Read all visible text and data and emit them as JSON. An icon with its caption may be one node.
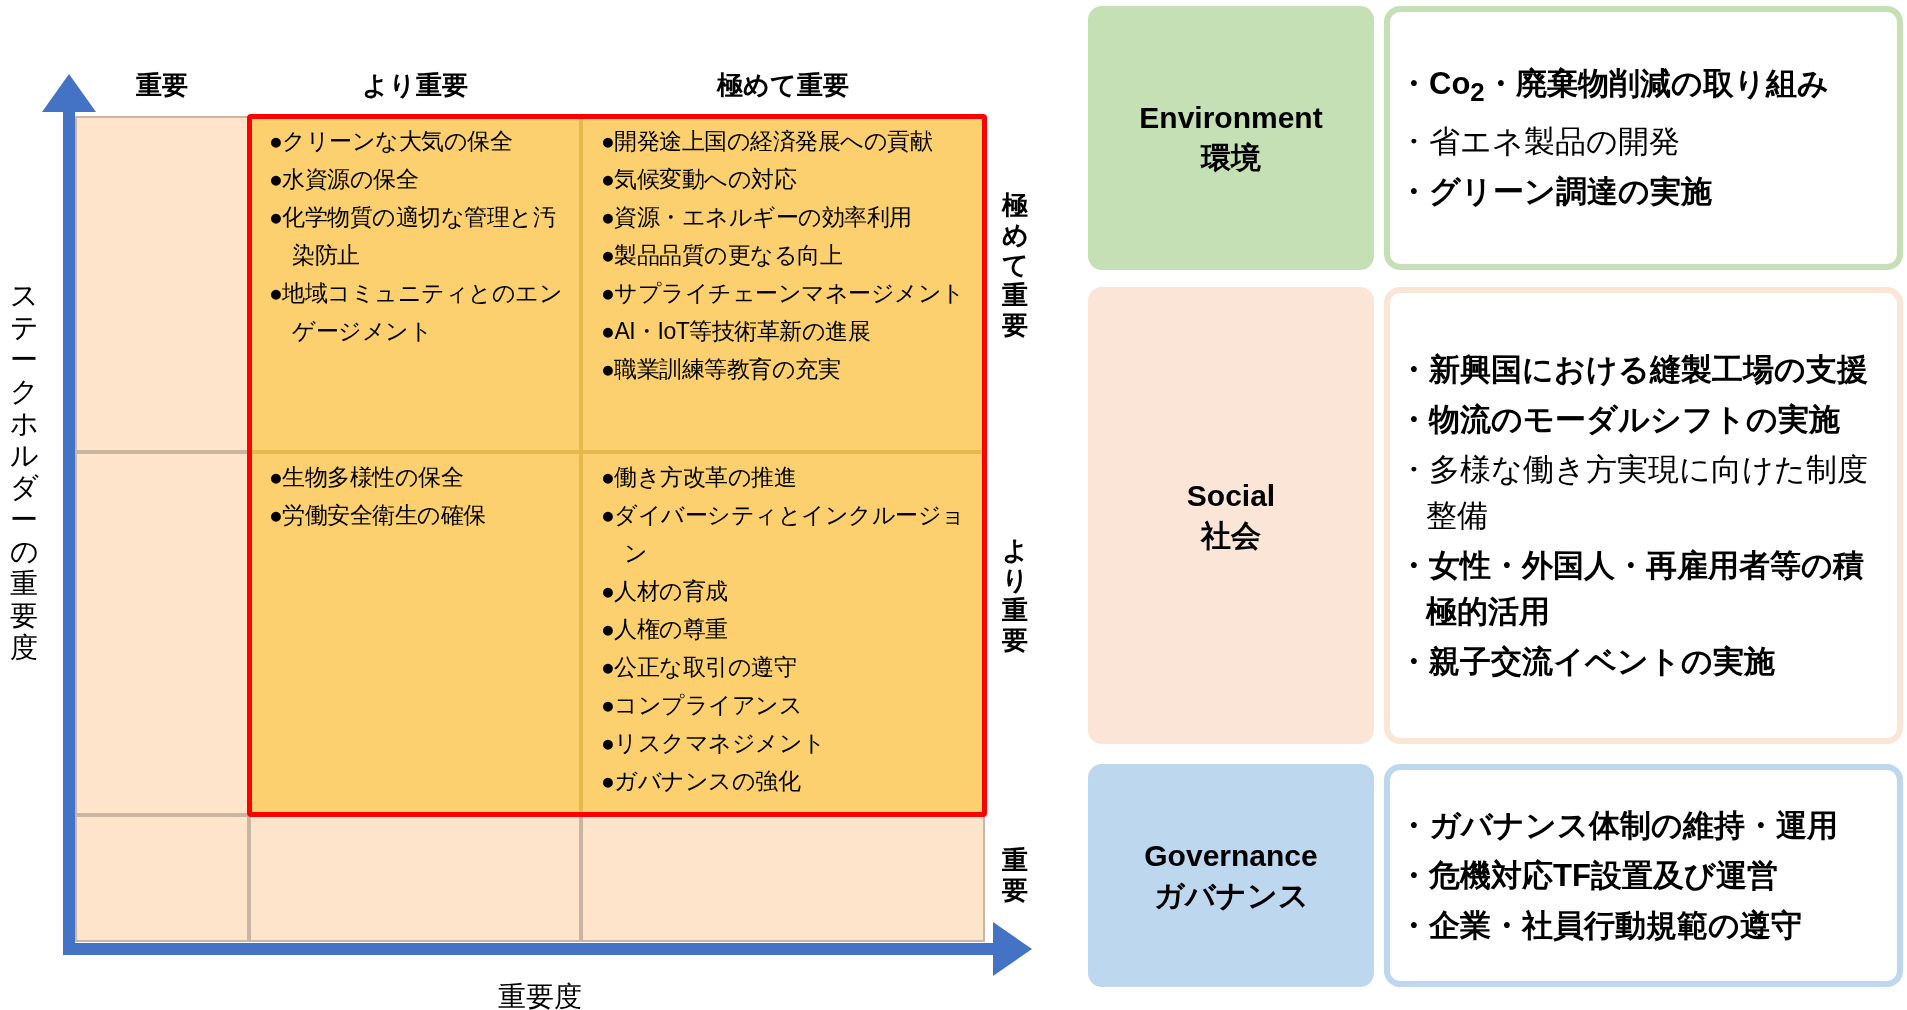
{
  "diagram": {
    "nodes": [
      {
        "text": [],
        "shape": "box"
      },
      {
        "text": [
          "●クリーンな大気の保全",
          "●水資源の保全",
          "●化学物質の適切な管理と汚染防止",
          "●地域コミュニティとのエンゲージメント"
        ]
      },
      {
        "text": [
          "●開発途上国の経済発展への貢献",
          "●気候変動への対応",
          "●資源・エネルギーの効率利用",
          "●製品品質の更なる向上",
          "●サプライチェーンマネージメント",
          "●AI・IoT等技術革新の進展",
          "●職業訓練等教育の充実"
        ]
      },
      {
        "text": [],
        "shape": "box"
      },
      {
        "text": [
          "●生物多様性の保全",
          "●労働安全衛生の確保"
        ]
      },
      {
        "text": [
          "●働き方改革の推進",
          "●ダイバーシティとインクルージョン",
          "●人材の育成",
          "●人権の尊重",
          "●公正な取引の遵守",
          "●コンプライアンス",
          "●リスクマネジメント",
          "●ガバナンスの強化"
        ]
      },
      {
        "text": [],
        "shape": "box"
      },
      {
        "text": [],
        "shape": "box"
      },
      {
        "text": [],
        "shape": "box"
      },
      {
        "text": [
          "Environment",
          "環境"
        ]
      },
      {
        "text": [
          "・Co$_{2}$・廃棄物削減の取り組み",
          "・省エネ製品の開発",
          "・グリーン調達の実施"
        ]
      },
      {
        "text": [
          "Social",
          "社会"
        ]
      },
      {
        "text": [
          "・新興国における縫製工場の支援",
          "・物流のモーダルシフトの実施",
          "・多様な働き方実現に向けた制度整備",
          "・女性・外国人・再雇用者等の積極的活用",
          "・親子交流イベントの実施"
        ]
      },
      {
        "text": [
          "Governance",
          "ガバナンス"
        ]
      },
      {
        "text": [
          "・ガバナンス体制の維持・運用",
          "・危機対応TF設置及び運営",
          "・企業・社員行動規範の遵守"
        ]
      }
    ],
    "labels": [
      "重要",
      "より重要",
      "極めて重要",
      "ステークホルダーの重要度",
      "極めて重要",
      "より重要",
      "重要",
      "重要度"
    ]
  }
}
